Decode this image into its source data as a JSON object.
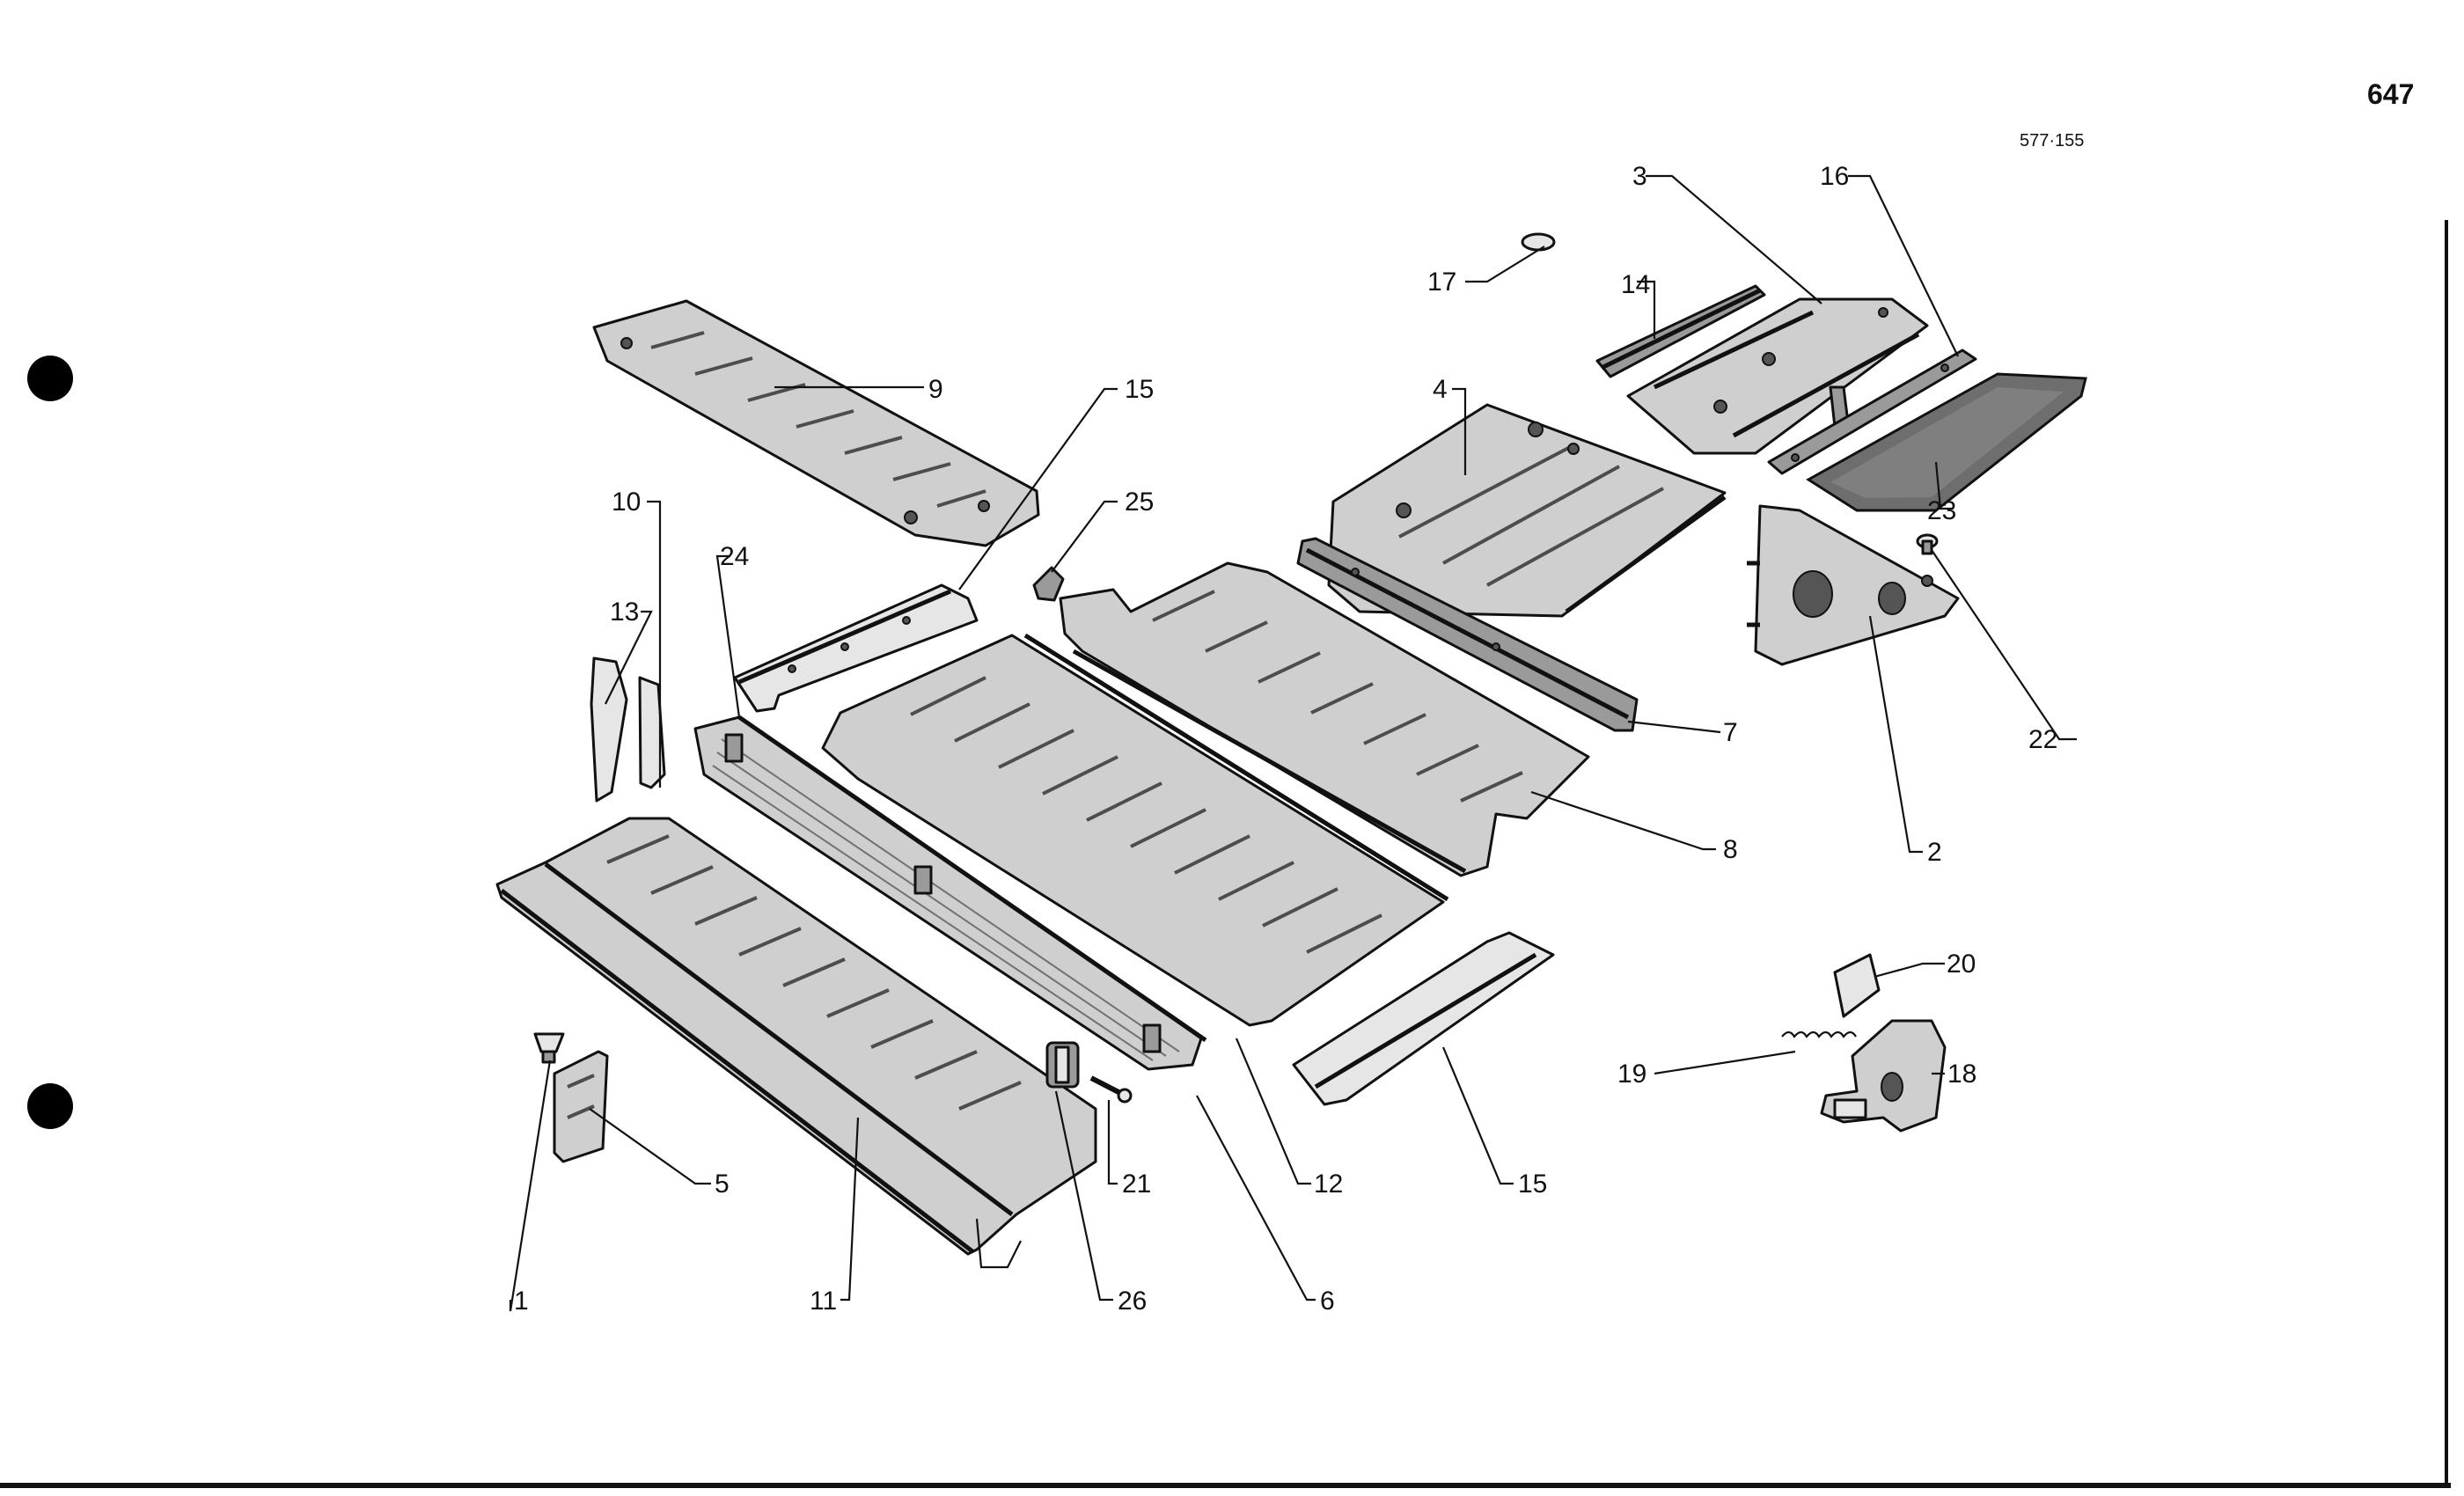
{
  "page": {
    "page_number": "647",
    "drawing_ref": "577·155"
  },
  "labels": {
    "l1": "1",
    "l2": "2",
    "l3": "3",
    "l4": "4",
    "l5": "5",
    "l6": "6",
    "l7": "7",
    "l8": "8",
    "l9": "9",
    "l10": "10",
    "l11": "11",
    "l12": "12",
    "l13": "13",
    "l14": "14",
    "l15a": "15",
    "l15b": "15",
    "l16": "16",
    "l17": "17",
    "l18": "18",
    "l19": "19",
    "l20": "20",
    "l21": "21",
    "l22": "22",
    "l23": "23",
    "l24": "24",
    "l25": "25",
    "l26": "26"
  },
  "colors": {
    "ink": "#111111",
    "paper": "#ffffff",
    "metal": "#cfcfcf"
  }
}
